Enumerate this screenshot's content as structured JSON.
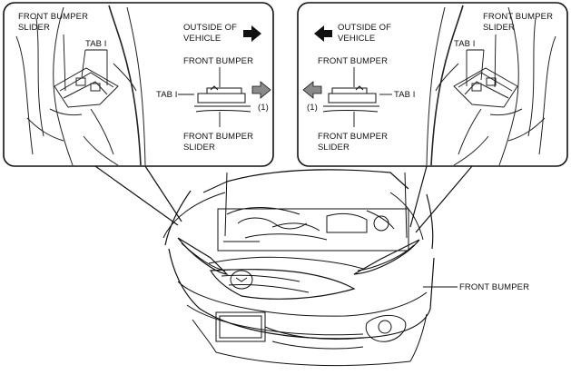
{
  "labels": {
    "left_slider_1": "FRONT BUMPER",
    "left_slider_2": "SLIDER",
    "left_tab": "TAB I",
    "left_outside_1": "OUTSIDE OF",
    "left_outside_2": "VEHICLE",
    "left_bumper": "FRONT BUMPER",
    "left_tab_detail": "TAB I",
    "left_step": "(1)",
    "left_bottom_1": "FRONT BUMPER",
    "left_bottom_2": "SLIDER",
    "right_outside_1": "OUTSIDE OF",
    "right_outside_2": "VEHICLE",
    "right_slider_1": "FRONT BUMPER",
    "right_slider_2": "SLIDER",
    "right_tab": "TAB I",
    "right_bumper": "FRONT BUMPER",
    "right_tab_detail": "TAB I",
    "right_step": "(1)",
    "right_bottom_1": "FRONT BUMPER",
    "right_bottom_2": "SLIDER",
    "car_front_bumper": "FRONT BUMPER"
  },
  "icons": {
    "direction_arrow_left_panel": "arrow-right-icon",
    "direction_arrow_right_panel": "arrow-left-icon",
    "pull_arrow_left_panel": "arrow-right-icon",
    "pull_arrow_right_panel": "arrow-left-icon"
  },
  "colors": {
    "line": "#111111",
    "arrow_fill": "#111111",
    "arrow_gray": "#8a8a8a",
    "background": "#ffffff"
  }
}
